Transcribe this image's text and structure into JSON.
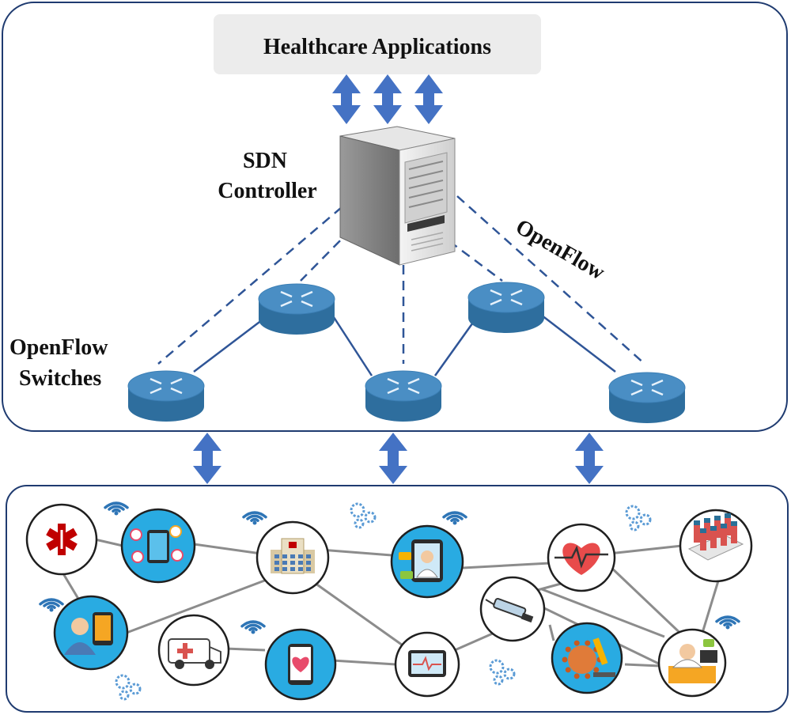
{
  "apps_box": {
    "label": "Healthcare Applications"
  },
  "controller": {
    "label_line1": "SDN",
    "label_line2": "Controller"
  },
  "openflow_protocol": {
    "label": "OpenFlow"
  },
  "switches": {
    "label_line1": "OpenFlow",
    "label_line2": "Switches"
  },
  "colors": {
    "frame_stroke": "#1f3b70",
    "arrow_fill": "#4472c4",
    "link_dashed": "#2f5597",
    "router_top": "#4a8ec4",
    "router_side": "#2e6e9e",
    "iot_link": "#8c8c8c",
    "wifi": "#2e75b6",
    "gear": "#5b9bd5"
  },
  "devices": [
    {
      "name": "emergency-star-icon"
    },
    {
      "name": "health-app-phone-icon"
    },
    {
      "name": "hospital-building-icon"
    },
    {
      "name": "telemedicine-tablet-icon"
    },
    {
      "name": "heart-monitor-icon"
    },
    {
      "name": "test-tubes-icon"
    },
    {
      "name": "doctor-phone-call-icon"
    },
    {
      "name": "ambulance-icon"
    },
    {
      "name": "smartphone-heart-icon"
    },
    {
      "name": "tablet-ecg-icon"
    },
    {
      "name": "syringe-icon"
    },
    {
      "name": "virus-microscope-icon"
    },
    {
      "name": "doctor-desk-icon"
    }
  ]
}
